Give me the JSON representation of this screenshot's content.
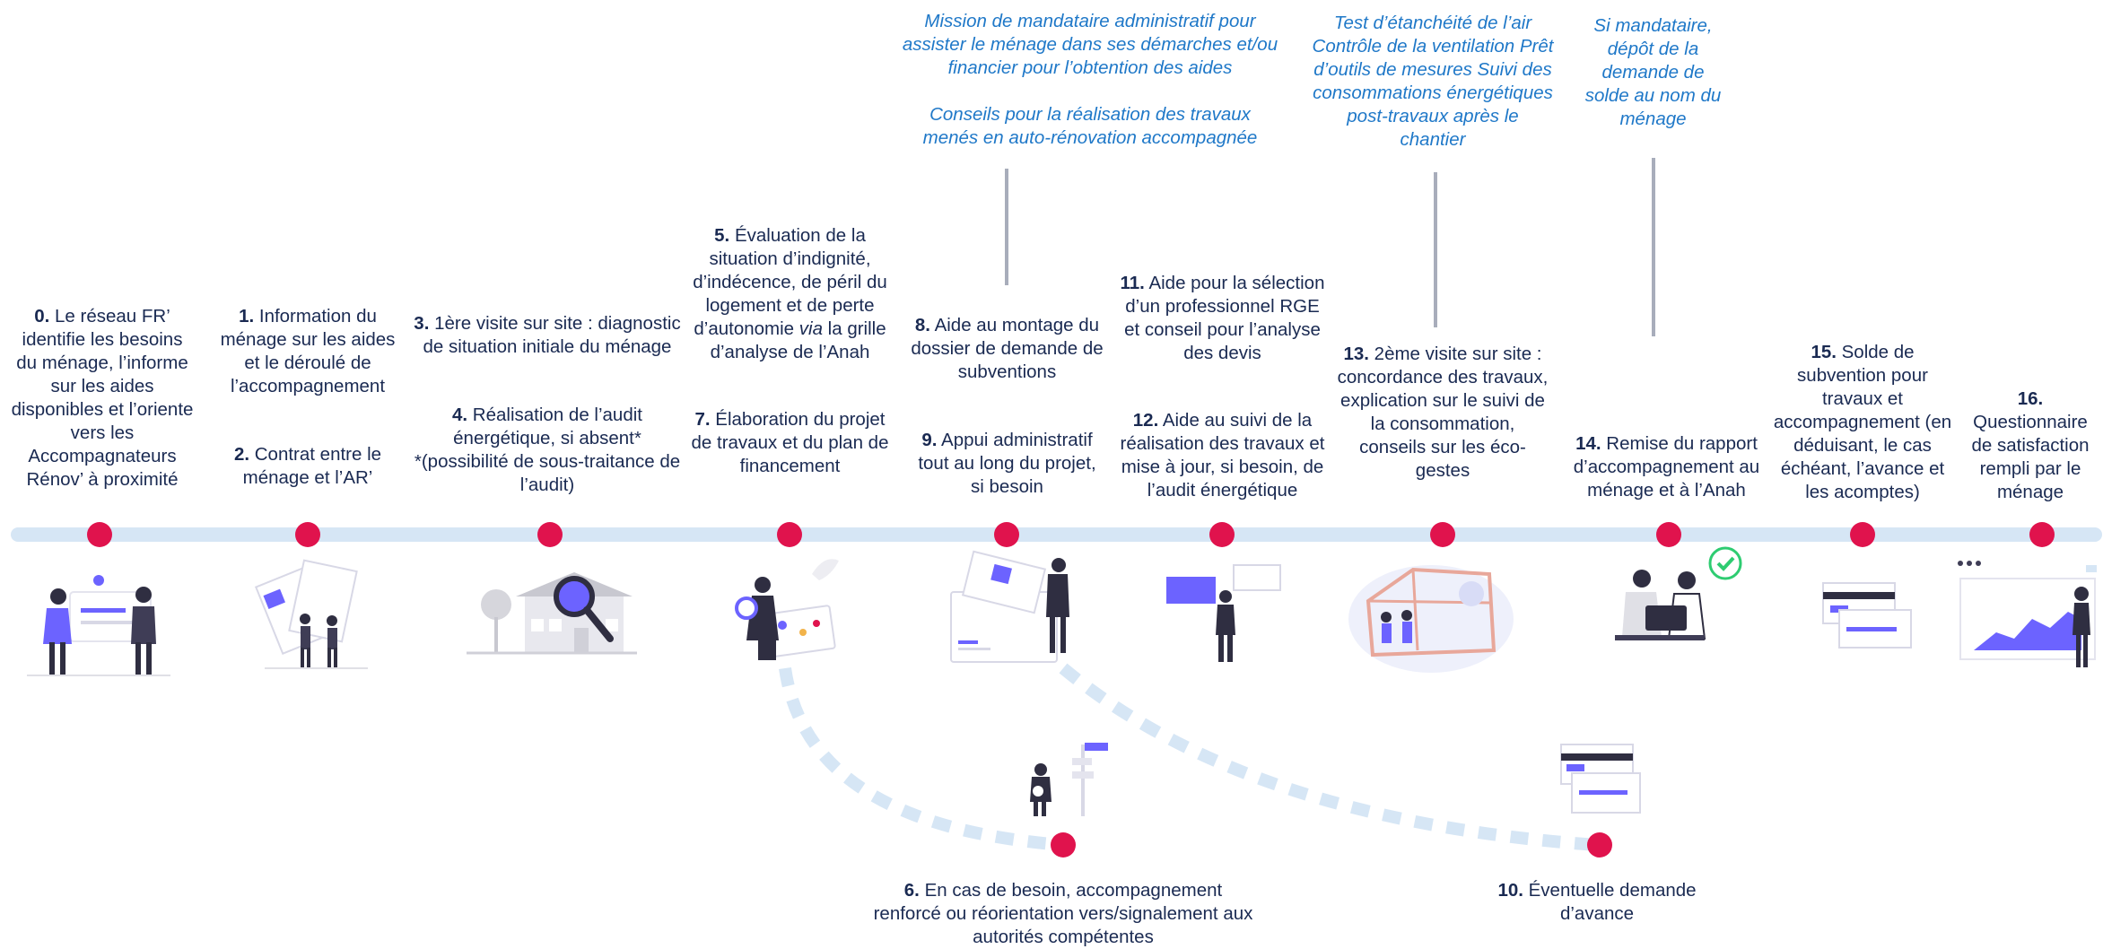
{
  "colors": {
    "timeline": "#d6e6f5",
    "dot": "#e0134d",
    "text": "#1a2a52",
    "note": "#1f78c8",
    "connector": "#a8adbb",
    "accent": "#6c63ff"
  },
  "steps": {
    "s0": {
      "num": "0.",
      "text": " Le réseau FR’ identifie les besoins du ménage, l’informe sur les aides disponibles et l’oriente vers les Accompagnateurs Rénov’ à proximité"
    },
    "s1": {
      "num": "1.",
      "text": " Information du ménage sur les aides et le déroulé de l’accompagnement"
    },
    "s2": {
      "num": "2.",
      "text": " Contrat entre le ménage et l’AR’"
    },
    "s3": {
      "num": "3.",
      "text": " 1ère visite sur site : diagnostic de situation initiale du ménage"
    },
    "s4": {
      "num": "4.",
      "text": " Réalisation de l’audit énergétique, si absent*"
    },
    "s4b": {
      "text": "*(possibilité de sous-traitance de l’audit)"
    },
    "s5": {
      "num": "5.",
      "text_a": " Évaluation de la situation d’indignité, d’indécence, de péril du logement et de perte d’autonomie ",
      "text_via": "via",
      "text_b": " la grille d’analyse de l’Anah"
    },
    "s6": {
      "num": "6.",
      "text": " En cas de besoin, accompagnement renforcé ou réorientation vers/signalement aux autorités compétentes"
    },
    "s7": {
      "num": "7.",
      "text": " Élaboration du projet de travaux et du plan de financement"
    },
    "s8": {
      "num": "8.",
      "text": " Aide au montage du dossier de demande de subventions"
    },
    "s9": {
      "num": "9.",
      "text": " Appui administratif tout au long du projet, si besoin"
    },
    "s10": {
      "num": "10.",
      "text": " Éventuelle demande d’avance"
    },
    "s11": {
      "num": "11.",
      "text": " Aide pour la sélection d’un professionnel RGE et conseil pour l’analyse des devis"
    },
    "s12": {
      "num": "12.",
      "text": " Aide au suivi de la réalisation des travaux et mise à jour, si besoin, de l’audit énergétique"
    },
    "s13": {
      "num": "13.",
      "text": " 2ème visite sur site : concordance des travaux, explication sur le suivi de la consommation, conseils sur les éco-gestes"
    },
    "s14": {
      "num": "14.",
      "text": " Remise du rapport d’accompagnement au ménage et à l’Anah"
    },
    "s15": {
      "num": "15.",
      "text": " Solde de subvention pour travaux et accompagnement (en déduisant, le cas échéant, l’avance et les acomptes)"
    },
    "s16": {
      "num": "16.",
      "text": "Questionnaire de satisfaction rempli par le ménage"
    }
  },
  "notes": {
    "n1a": "Mission de mandataire administratif pour assister le ménage dans ses démarches et/ou financier pour l’obtention des aides",
    "n1b": "Conseils pour la réalisation des travaux menés en auto-rénovation accompagnée",
    "n2": "Test d’étanchéité de l’air Contrôle de la ventilation Prêt d’outils de mesures Suivi des consommations énergétiques post-travaux après le chantier",
    "n3": "Si mandataire, dépôt de la demande de solde au nom du ménage"
  },
  "icons": [
    "people-meeting-icon",
    "documents-icon",
    "house-magnifier-icon",
    "analysis-board-icon",
    "folder-upload-icon",
    "presentation-screen-icon",
    "house-frame-construction-icon",
    "team-laptop-check-icon",
    "payment-card-icon",
    "growth-chart-icon",
    "signpost-icon",
    "payment-card-icon"
  ]
}
